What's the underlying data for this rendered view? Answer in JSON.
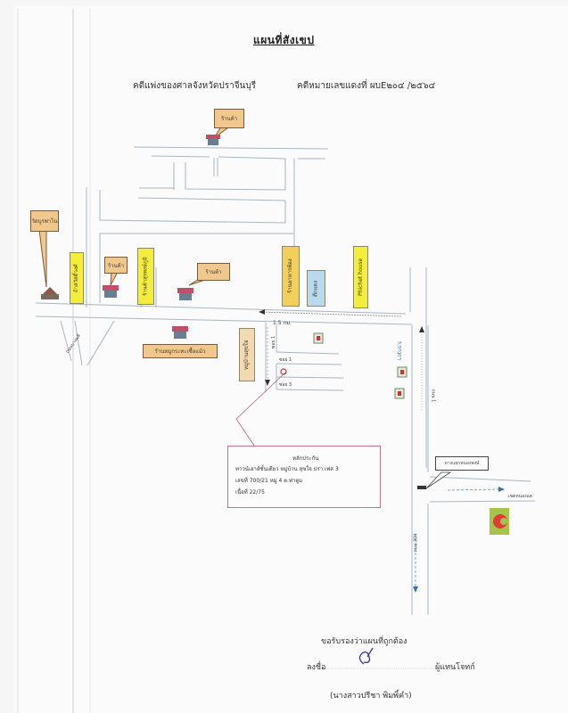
{
  "document": {
    "title": "แผนที่สังเขป",
    "court_label": "คดีแพ่งของศาลจังหวัดปราจีนบุรี",
    "case_number": "คดีหมายเลขแดงที่ ผบE๒๐๔ /๒๕๖๔"
  },
  "landmarks": {
    "shop_top": "ร้านค้า",
    "temple": "วัดบูรพาโน",
    "shop_left": "ร้านค้า",
    "shop_mid": "ร้านค้า",
    "vertical_1": "ถ้าสวัสดิ์วงศ์",
    "vertical_2": "ร้านค้าสุรพงษ์ภูมิ",
    "vertical_3": "ร้านอาหารพ้อง",
    "vertical_4": "ตึกแดง",
    "vertical_5": "Phichet house",
    "road_diagonal": "ถนนบางพลี",
    "shop_bottom": "ร้านหมูกระทะเชื้อแม้ว",
    "village_sign": "หมู่บ้านสุขใจ",
    "lotus": "Lotus's",
    "main_road_label": "ถนน 1",
    "alley_1": "ซอย 1",
    "alley_3": "ซอย 3",
    "soi_short": "ซอย 1",
    "distance": "1.5 กม.",
    "junction_callout": "ทางแยกหนองพงษ์",
    "right_arrow_label": "เขตหนองแค",
    "road_304": "ถนน 304"
  },
  "address_box": {
    "heading": "หลักประกัน",
    "line1": "ทาวน์เฮาส์ชั้นเดียว หมู่บ้าน สุขใจ ปรา เฟส 3",
    "line2": "เลขที่ 700/21 หมู่ 4 ต.ท่าตูม",
    "line3": "เนื้อที่ 22/75"
  },
  "signature": {
    "certify": "ขอรับรองว่าแผนที่ถูกต้อง",
    "sign_prefix": "ลงชื่อ",
    "sign_mark": "ď",
    "role": "ผู้แทนโจทก์",
    "name": "(นางสาวปรีชา พิมพิ์คำ)"
  },
  "colors": {
    "callout": "#f0c88e",
    "yellow_label": "#f5ed3c",
    "amber_label": "#f2ce5a",
    "blue_label": "#b9d9ee",
    "road_line": "#9fb0bd",
    "address_border": "#c0758a"
  }
}
